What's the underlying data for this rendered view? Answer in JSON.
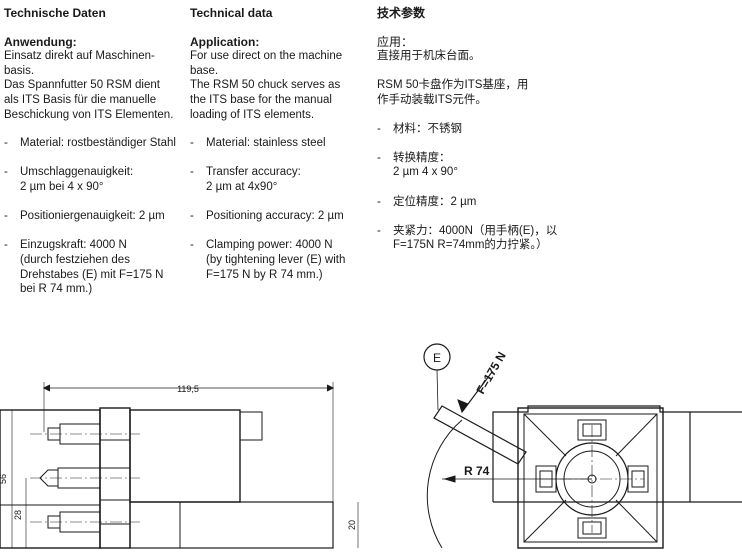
{
  "german": {
    "heading": "Technische Daten",
    "application_title": "Anwendung:",
    "application_text": "Einsatz direkt auf Maschinen-\nbasis.\nDas Spannfutter 50 RSM dient\nals ITS Basis für die manuelle\nBeschickung von ITS Elementen.",
    "bullets": [
      "Material: rostbeständiger Stahl",
      "Umschlaggenauigkeit:\n2 µm bei 4 x 90°",
      "Positioniergenauigkeit: 2 µm",
      "Einzugskraft: 4000 N\n(durch festziehen des\nDrehstabes (E) mit F=175 N\nbei R 74 mm.)"
    ]
  },
  "english": {
    "heading": "Technical data",
    "application_title": "Application:",
    "application_text": "For use direct on the machine\nbase.\nThe RSM 50 chuck serves as\nthe ITS base for the manual\nloading of ITS elements.",
    "bullets": [
      "Material: stainless steel",
      "Transfer accuracy:\n2 µm at 4x90°",
      "Positioning accuracy: 2 µm",
      "Clamping power: 4000 N\n(by tightening lever (E) with\nF=175 N by R 74 mm.)"
    ]
  },
  "chinese": {
    "heading": "技术参数",
    "application_title": "应用：",
    "application_text": "直接用于机床台面。\n\nRSM 50卡盘作为ITS基座，用\n作手动装载ITS元件。",
    "bullets": [
      "材料：不锈钢",
      "转换精度：\n2 µm 4 x 90°",
      "定位精度：2 µm",
      "夹紧力：4000N（用手柄(E)，以\nF=175N R=74mm的力拧紧。）"
    ]
  },
  "bullet_marker": "-",
  "drawing": {
    "dim_width": "119,5",
    "dim_height_total": "56",
    "dim_height_center": "28",
    "dim_base": "20",
    "lever_label": "E",
    "force_label": "F=175 N",
    "radius_label": "R 74"
  }
}
